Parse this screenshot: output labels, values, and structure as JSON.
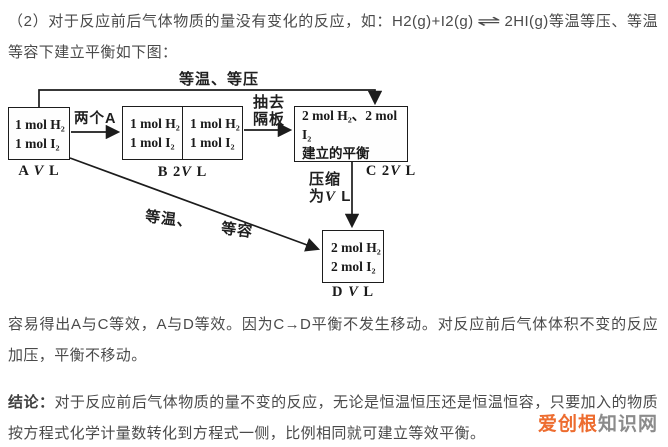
{
  "page": {
    "background": "#ffffff",
    "text_color": "#4a4a4a",
    "diagram_line_color": "#1c1c1c"
  },
  "paragraph_intro": {
    "prefix": "（2）对于反应前后气体物质的量没有变化的反应，如：",
    "equation": {
      "left": "H2(g)+I2(g)",
      "arrow": "⇌",
      "right": "2HI(g)"
    },
    "suffix": "等温等压、等温等容下建立平衡如下图："
  },
  "diagram": {
    "labels": {
      "top_path": "等温、等压",
      "a_to_b": "两个A",
      "b_to_c_line1": "抽去",
      "b_to_c_line2": "隔板",
      "c_to_d_line1": "压缩",
      "c_to_d_pre": "为",
      "c_to_d_v": "V",
      "c_to_d_post": " L",
      "diag_part1": "等温、",
      "diag_part2": "等容"
    },
    "box_a": {
      "line1": "1 mol H₂",
      "line2": "1 mol I₂",
      "cap_pre": "A ",
      "cap_v": "V",
      "cap_post": " L"
    },
    "box_b": {
      "cell1_line1": "1 mol H₂",
      "cell1_line2": "1 mol I₂",
      "cell2_line1": "1 mol H₂",
      "cell2_line2": "1 mol I₂",
      "cap_pre": "B 2",
      "cap_v": "V",
      "cap_post": " L"
    },
    "box_c": {
      "line1": "2 mol H₂、2 mol I₂",
      "line2": "建立的平衡",
      "cap_pre": "C 2",
      "cap_v": "V",
      "cap_post": " L"
    },
    "box_d": {
      "line1": "2 mol H₂",
      "line2": "2 mol I₂",
      "cap_pre": "D ",
      "cap_v": "V",
      "cap_post": " L"
    }
  },
  "paragraph_analysis": "容易得出A与C等效，A与D等效。因为C→D平衡不发生移动。对反应前后气体体积不变的反应加压，平衡不移动。",
  "conclusion": {
    "label": "结论：",
    "text": "对于反应前后气体物质的量不变的反应，无论是恒温恒压还是恒温恒容，只要加入的物质按方程式化学计量数转化到方程式一侧，比例相同就可建立等效平衡。"
  },
  "watermark": {
    "brand": "爱创根",
    "suffix": "知识网",
    "brand_color": "#ed6c2f",
    "suffix_color": "#8b8b8b"
  }
}
